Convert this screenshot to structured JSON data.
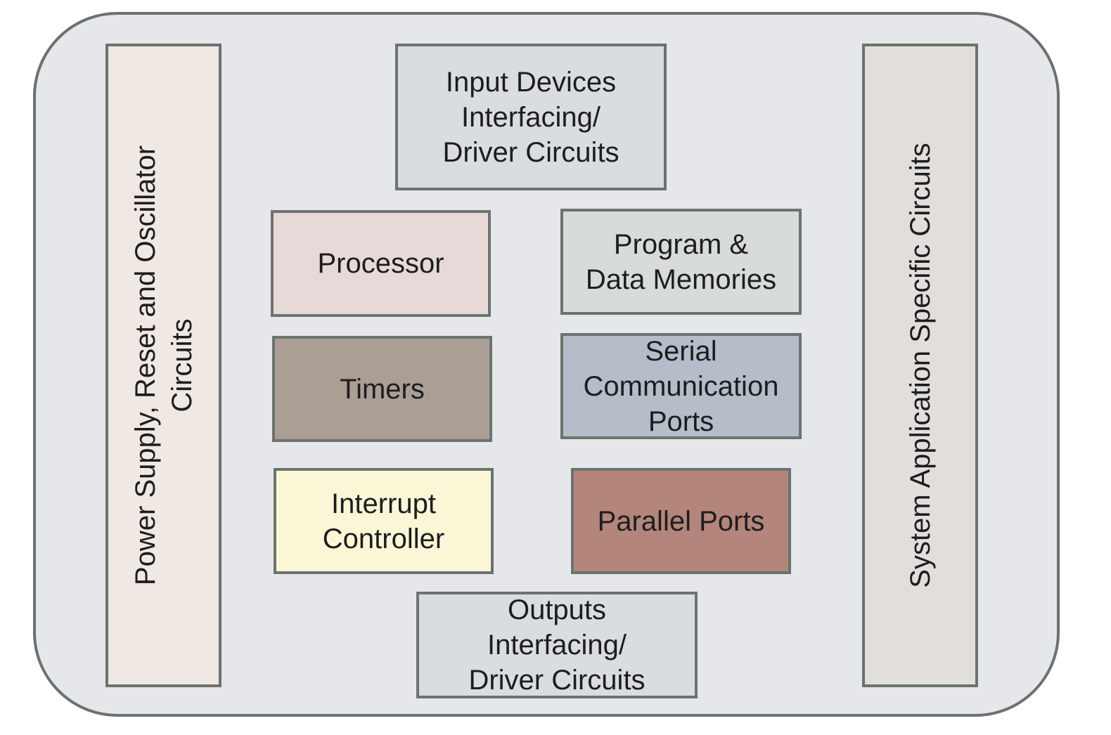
{
  "colors": {
    "outer_fill": "#e6e7ea",
    "outer_border": "#6b716f",
    "block_border": "#6c736f",
    "left_side": "#efe8e3",
    "right_side": "#e2dedc",
    "input_devices": "#d9dce0",
    "processor": "#e7d9d7",
    "memories": "#d7dcd8",
    "timers": "#aa9e95",
    "serial": "#b4bdc8",
    "interrupt": "#faf6d6",
    "parallel": "#b4857b",
    "outputs": "#d9dce0",
    "title_accent": "#c0492f"
  },
  "diagram": {
    "left_side_label": "Power Supply, Reset and Oscillator\nCircuits",
    "right_side_label": "System Application Specific Circuits",
    "input_devices": "Input Devices\nInterfacing/\nDriver Circuits",
    "processor": "Processor",
    "memories": "Program &\nData Memories",
    "timers": "Timers",
    "serial": "Serial\nCommunication\nPorts",
    "interrupt": "Interrupt\nController",
    "parallel": "Parallel Ports",
    "outputs": "Outputs\nInterfacing/\nDriver Circuits"
  }
}
